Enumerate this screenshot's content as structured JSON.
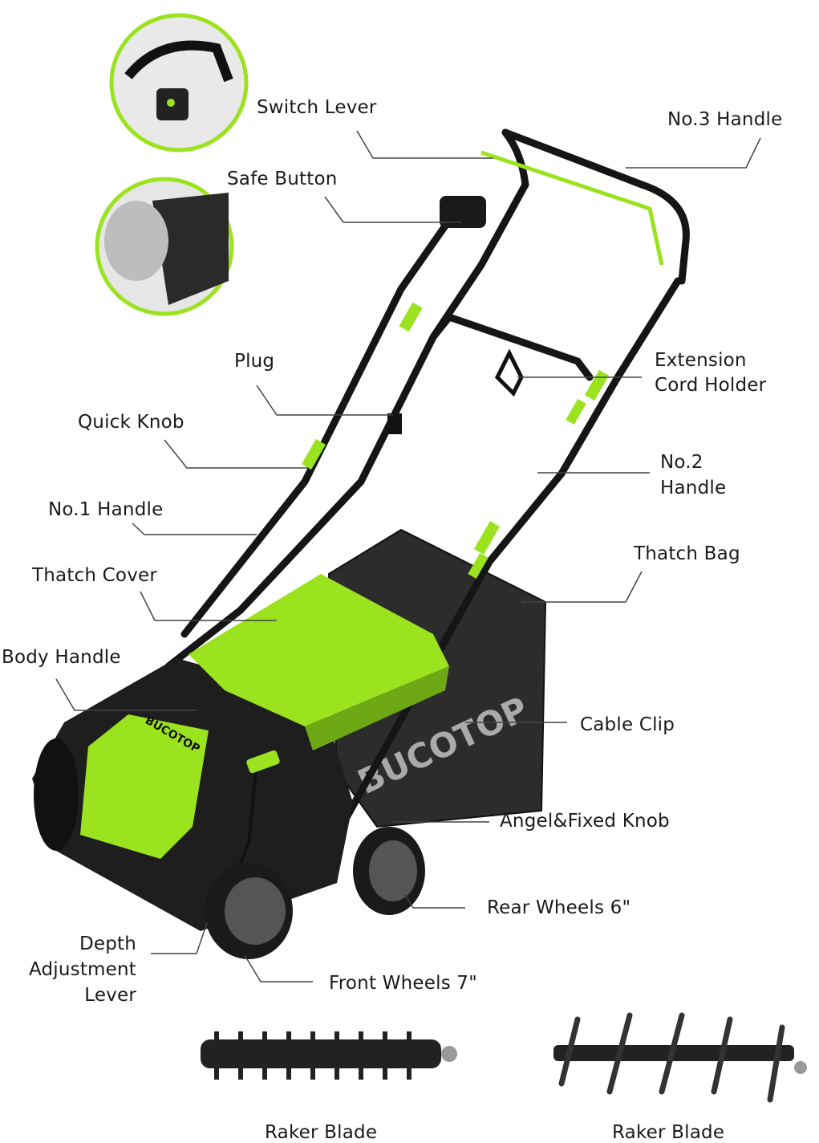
{
  "labels": {
    "switch_lever": "Switch Lever",
    "no3_handle": "No.3 Handle",
    "safe_button": "Safe Button",
    "plug": "Plug",
    "extension_cord_holder_1": "Extension",
    "extension_cord_holder_2": "Cord Holder",
    "quick_knob": "Quick Knob",
    "no2_handle_1": "No.2",
    "no2_handle_2": "Handle",
    "no1_handle": "No.1 Handle",
    "thatch_bag": "Thatch Bag",
    "thatch_cover": "Thatch Cover",
    "body_handle": "Body Handle",
    "cable_clip": "Cable Clip",
    "angel_fixed_knob": "Angel&Fixed Knob",
    "rear_wheels": "Rear Wheels 6\"",
    "depth_1": "Depth",
    "depth_2": "Adjustment",
    "depth_3": "Lever",
    "front_wheels": "Front Wheels 7\"",
    "raker_blade_left": "Raker Blade",
    "raker_blade_right": "Raker Blade"
  },
  "brand": "BUCOTOP",
  "colors": {
    "accent": "#9be21f",
    "body_dark": "#1c1c1c",
    "line": "#333333"
  }
}
